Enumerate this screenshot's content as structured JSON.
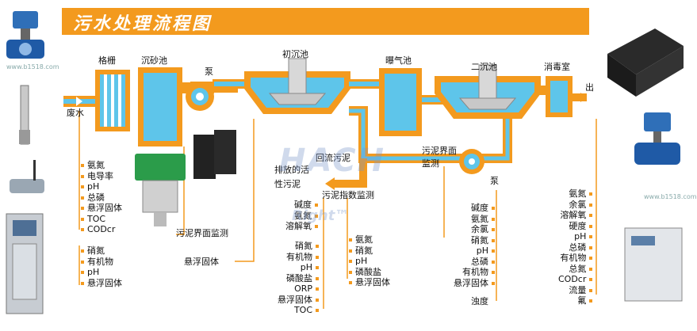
{
  "title": "污水处理流程图",
  "stages": {
    "grille": "格栅",
    "sand": "沉砂池",
    "pump1": "泵",
    "primary": "初沉池",
    "aeration": "曝气池",
    "secondary": "二沉池",
    "disinfect": "消毒室",
    "pump2": "泵",
    "inflow": "废水",
    "outflow": "出"
  },
  "flow_labels": {
    "return_sludge": "回流污泥",
    "discharge1": "排放的活",
    "discharge2": "性污泥",
    "interface_right1": "污泥界面",
    "interface_right2": "监测",
    "sludge_index": "污泥指数监测",
    "interface_left": "污泥界面监测",
    "suspended_left": "悬浮固体"
  },
  "lists": {
    "influent": [
      "氨氮",
      "电导率",
      "pH",
      "总磷",
      "悬浮固体",
      "TOC",
      "CODcr"
    ],
    "sand_out": [
      "硝氮",
      "有机物",
      "pH",
      "悬浮固体"
    ],
    "primary_top": [
      "碱度",
      "氨氮",
      "溶解氧"
    ],
    "aeration_mid": [
      "硝氮",
      "有机物",
      "pH",
      "磷酸盐",
      "ORP",
      "悬浮固体",
      "TOC"
    ],
    "aeration_right": [
      "氨氮",
      "硝氮",
      "pH",
      "磷酸盐",
      "悬浮固体"
    ],
    "secondary": [
      "碱度",
      "氨氮",
      "余氯",
      "硝氮",
      "pH",
      "总磷",
      "有机物",
      "悬浮固体"
    ],
    "turbidity": "浊度",
    "effluent": [
      "氨氮",
      "余氯",
      "溶解氧",
      "硬度",
      "pH",
      "总磷",
      "有机物",
      "总氮",
      "CODcr",
      "流量",
      "氟"
    ]
  },
  "watermark": {
    "main": "HACH",
    "sub": "Right™"
  },
  "web_marks": [
    "www.b1518.com",
    "www.b1518.com"
  ],
  "colors": {
    "orange": "#f39a1e",
    "water": "#5ec5ea",
    "water_light": "#bfe6f6"
  }
}
